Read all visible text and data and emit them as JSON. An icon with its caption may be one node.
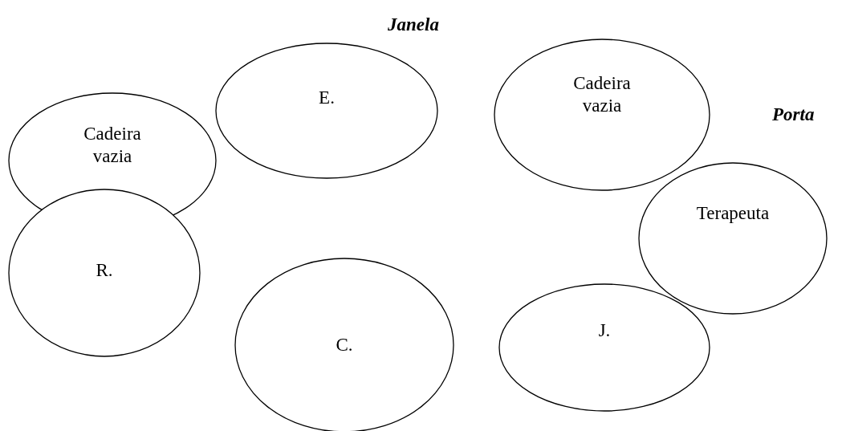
{
  "diagram": {
    "nodes": [
      {
        "text": [
          "E."
        ]
      },
      {
        "text": [
          "Cadeira vazia"
        ]
      },
      {
        "text": [
          "Cadeira vazia"
        ]
      },
      {
        "text": [
          "Terapeuta"
        ]
      },
      {
        "text": [
          "R."
        ]
      },
      {
        "text": [
          "C."
        ]
      },
      {
        "text": [
          "J."
        ]
      }
    ],
    "edges": [],
    "labels": [
      "Janela",
      "Porta"
    ]
  }
}
